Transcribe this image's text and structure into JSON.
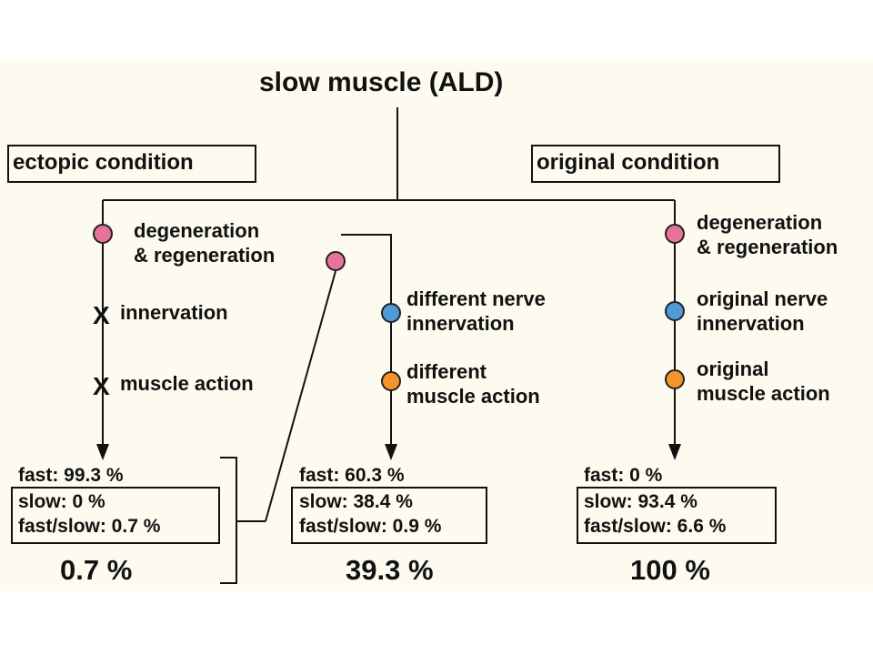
{
  "title": "slow muscle (ALD)",
  "left_condition": "ectopic condition",
  "right_condition": "original condition",
  "colors": {
    "pink": "#e8739a",
    "blue": "#4f9ad8",
    "orange": "#f2952a",
    "background": "#fdfbf0"
  },
  "left_column": {
    "step1": [
      "degeneration",
      "& regeneration"
    ],
    "step2_mark": "X",
    "step2": "innervation",
    "step3_mark": "X",
    "step3": "muscle action",
    "results": {
      "fast": "fast: 99.3 %",
      "slow": "slow: 0 %",
      "fastslow": "fast/slow: 0.7 %"
    },
    "total": "0.7 %"
  },
  "middle_column": {
    "step1": [
      "different nerve",
      "innervation"
    ],
    "step2": [
      "different",
      "muscle action"
    ],
    "results": {
      "fast": "fast: 60.3 %",
      "slow": "slow: 38.4 %",
      "fastslow": "fast/slow: 0.9 %"
    },
    "total": "39.3 %"
  },
  "right_column": {
    "step1": [
      "degeneration",
      "& regeneration"
    ],
    "step2": [
      "original nerve",
      "innervation"
    ],
    "step3": [
      "original",
      "muscle action"
    ],
    "results": {
      "fast": "fast: 0 %",
      "slow": "slow: 93.4 %",
      "fastslow": "fast/slow: 6.6 %"
    },
    "total": "100 %"
  }
}
